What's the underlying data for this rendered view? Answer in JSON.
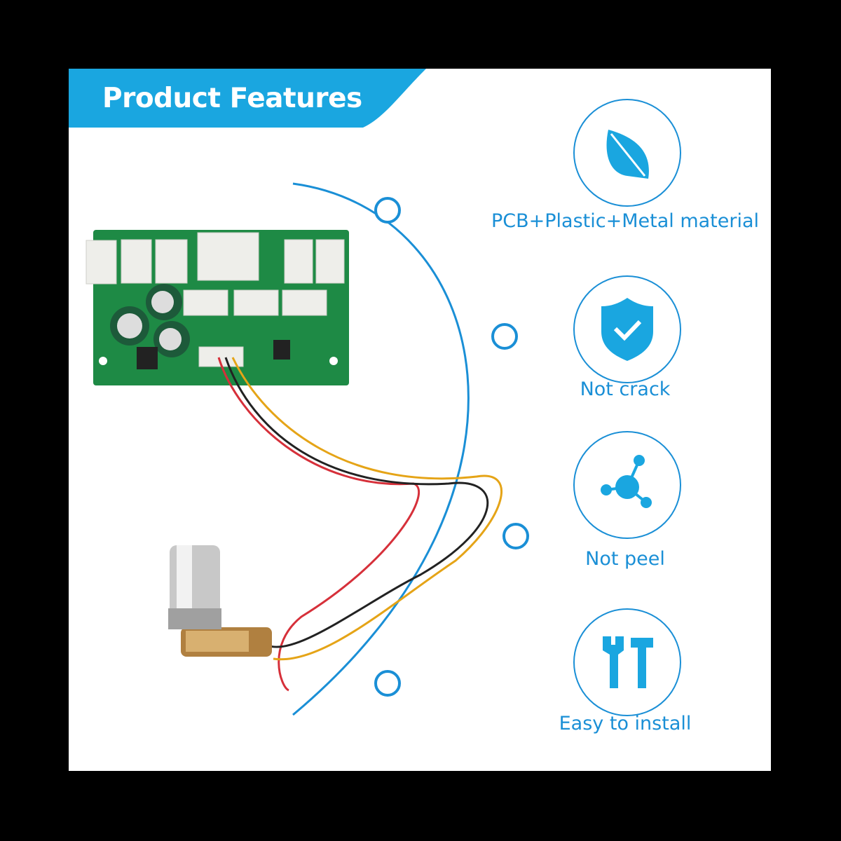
{
  "header": {
    "title": "Product Features"
  },
  "features": [
    {
      "label": "PCB+Plastic+Metal material",
      "icon": "leaf-icon"
    },
    {
      "label": "Not crack",
      "icon": "shield-check-icon"
    },
    {
      "label": "Not peel",
      "icon": "molecule-icon"
    },
    {
      "label": "Easy to install",
      "icon": "tools-icon"
    }
  ],
  "colors": {
    "accent": "#1aa6e0",
    "text_blue": "#1a8fd6",
    "pcb_green": "#1e8a45"
  }
}
